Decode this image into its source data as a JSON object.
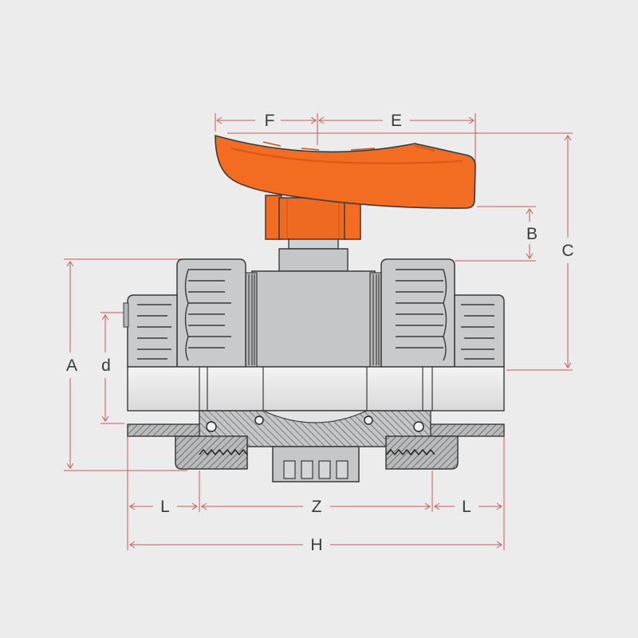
{
  "diagram": {
    "dimension_labels": {
      "F": "F",
      "E": "E",
      "B": "B",
      "C": "C",
      "A": "A",
      "d": "d",
      "L_left": "L",
      "Z": "Z",
      "L_right": "L",
      "H": "H"
    },
    "colors": {
      "background": "#ececec",
      "handle": "#f26c21",
      "handle_dark": "#d8581a",
      "body": "#c5c6c7",
      "body_dark": "#a7a8aa",
      "pipe": "#e9e9ea",
      "dimension_line": "#c45a5a",
      "outline": "#3a3a3a"
    }
  }
}
